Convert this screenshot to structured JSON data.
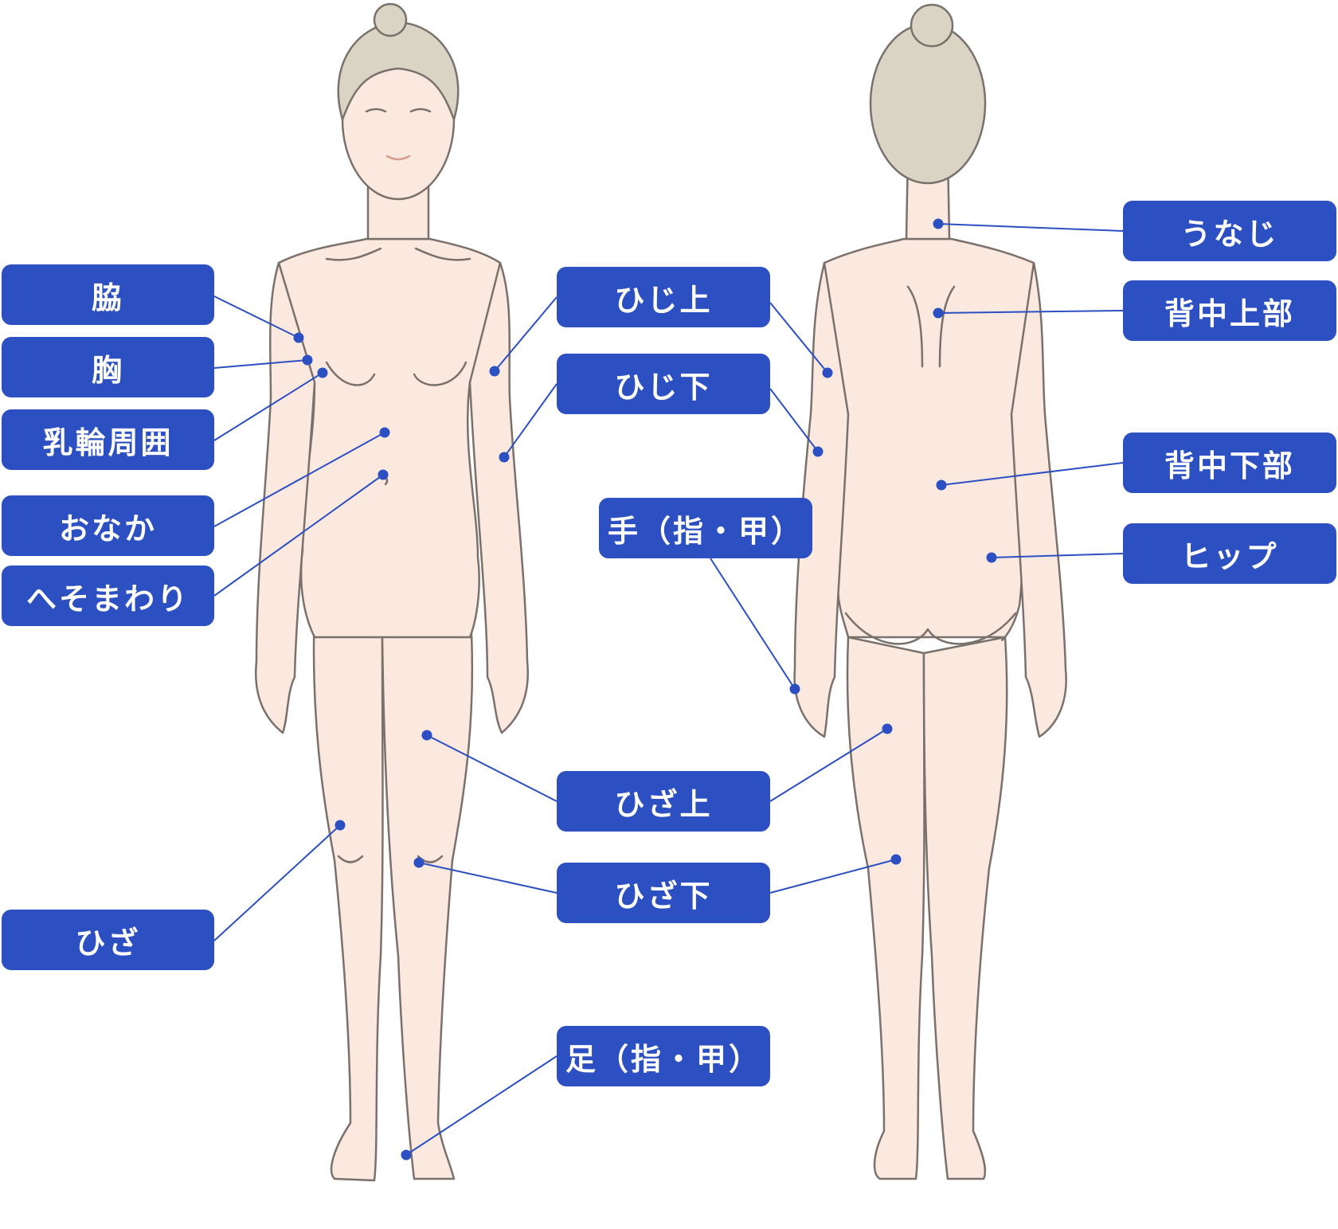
{
  "colors": {
    "label_bg": "#2c4fc2",
    "label_text": "#ffffff",
    "leader": "#2c4fc2",
    "skin": "#fbe9e0",
    "outline": "#7b716c",
    "hair": "#d9d4c4"
  },
  "figures": {
    "front": "front-body",
    "back": "back-body"
  },
  "labels": {
    "waki": "脇",
    "mune": "胸",
    "nyurin": "乳輪周囲",
    "onaka": "おなか",
    "hesomawari": "へそまわり",
    "hiza": "ひざ",
    "hiji_ue": "ひじ上",
    "hiji_shita": "ひじ下",
    "te": "手（指・甲）",
    "hiza_ue": "ひざ上",
    "hiza_shita": "ひざ下",
    "ashi": "足（指・甲）",
    "unaji": "うなじ",
    "senaka_jobu": "背中上部",
    "senaka_kabu": "背中下部",
    "hip": "ヒップ"
  }
}
